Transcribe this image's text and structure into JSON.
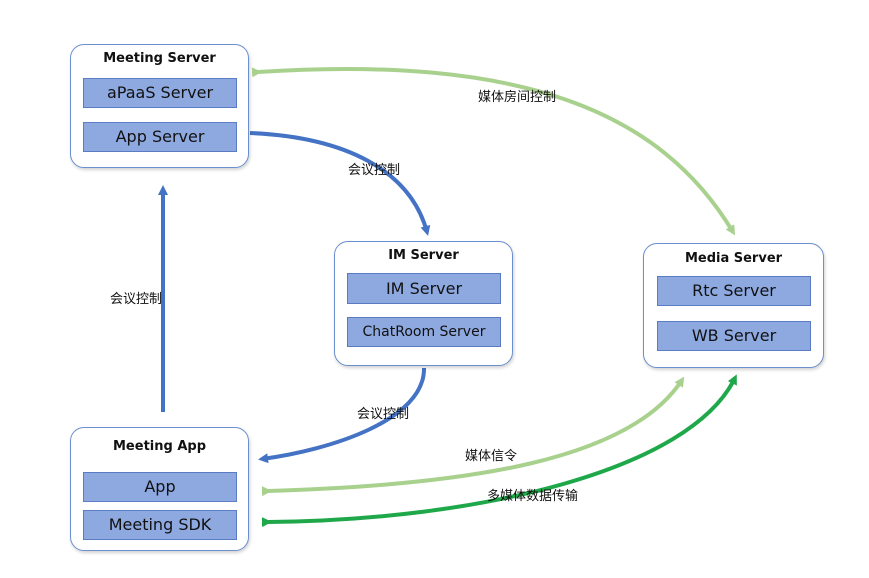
{
  "nodes": {
    "meeting_server": {
      "title": "Meeting Server",
      "items": [
        "aPaaS Server",
        "App Server"
      ]
    },
    "im_server": {
      "title": "IM Server",
      "items": [
        "IM Server",
        "ChatRoom Server"
      ]
    },
    "media_server": {
      "title": "Media Server",
      "items": [
        "Rtc Server",
        "WB Server"
      ]
    },
    "meeting_app": {
      "title": "Meeting App",
      "items": [
        "App",
        "Meeting SDK"
      ]
    }
  },
  "edges": {
    "media_room_control": "媒体房间控制",
    "meeting_control_server_to_im": "会议控制",
    "meeting_control_app_to_server": "会议控制",
    "meeting_control_im_to_app": "会议控制",
    "media_signaling": "媒体信令",
    "multimedia_data_transfer": "多媒体数据传输"
  },
  "colors": {
    "control_arrow": "#4472c4",
    "light_green_arrow": "#a9d18e",
    "dark_green_arrow": "#1fa84a",
    "item_fill": "#8ea9e0",
    "group_border": "#6b8fd0"
  }
}
